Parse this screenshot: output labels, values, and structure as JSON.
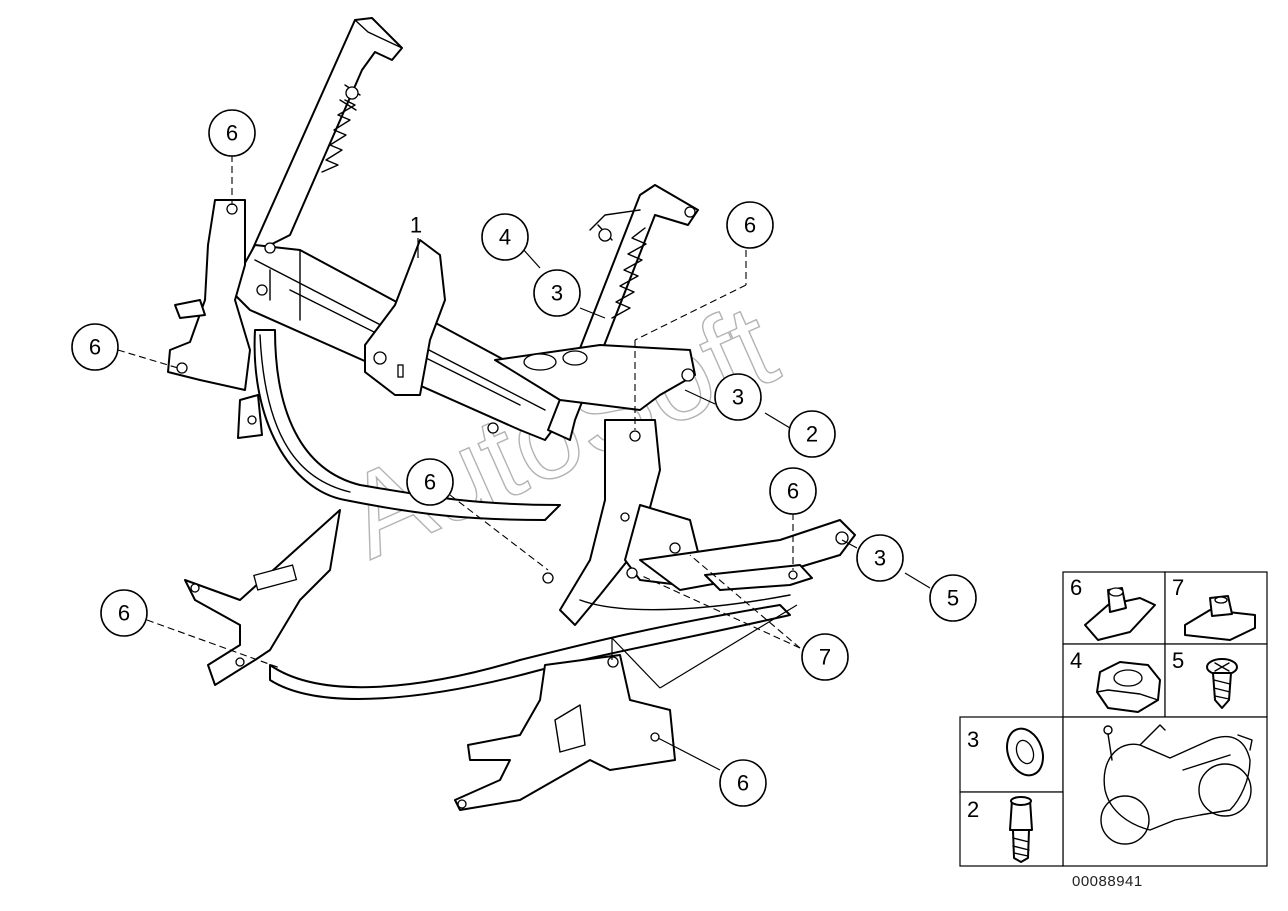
{
  "watermark": "AutoSoft",
  "catalog_number": "00088941",
  "callouts": [
    {
      "id": "c-1",
      "label": "1"
    },
    {
      "id": "c-4",
      "label": "4"
    },
    {
      "id": "c-3a",
      "label": "3"
    },
    {
      "id": "c-3b",
      "label": "3"
    },
    {
      "id": "c-2",
      "label": "2"
    },
    {
      "id": "c-6-top",
      "label": "6"
    },
    {
      "id": "c-6-left",
      "label": "6"
    },
    {
      "id": "c-6-upright",
      "label": "6"
    },
    {
      "id": "c-6-center",
      "label": "6"
    },
    {
      "id": "c-6-right",
      "label": "6"
    },
    {
      "id": "c-3c",
      "label": "3"
    },
    {
      "id": "c-5",
      "label": "5"
    },
    {
      "id": "c-7",
      "label": "7"
    },
    {
      "id": "c-6-lowleft",
      "label": "6"
    },
    {
      "id": "c-6-bottom",
      "label": "6"
    }
  ],
  "legend": {
    "cells": [
      {
        "label": "6",
        "icon": "clip-nut-icon"
      },
      {
        "label": "7",
        "icon": "square-nut-icon"
      },
      {
        "label": "4",
        "icon": "hex-nut-icon"
      },
      {
        "label": "5",
        "icon": "screw-icon"
      },
      {
        "label": "3",
        "icon": "washer-icon"
      },
      {
        "label": "2",
        "icon": "bolt-icon"
      }
    ],
    "motorcycle_icon": "motorcycle-icon"
  }
}
